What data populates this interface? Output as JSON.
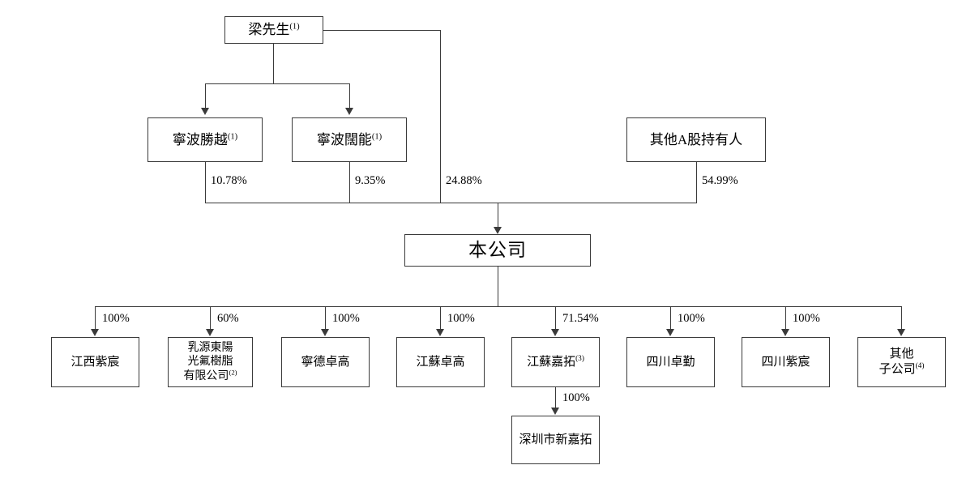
{
  "diagram": {
    "title": "Corporate Shareholding Structure Chart",
    "line_color": "#3a3a3a",
    "background": "#ffffff"
  },
  "nodes": {
    "chairman": {
      "label": "梁先生",
      "note": "(1)"
    },
    "ningbo_shengyue": {
      "label": "寧波勝越",
      "note": "(1)"
    },
    "ningbo_kuoneng": {
      "label": "寧波闊能",
      "note": "(1)"
    },
    "other_a_shareholders": {
      "label": "其他A股持有人",
      "note": ""
    },
    "company": {
      "label": "本公司",
      "note": ""
    },
    "jiangxi_zichen": {
      "label": "江西紫宸",
      "note": ""
    },
    "ruyuan_dongyang": {
      "label": "乳源東陽\n光氟樹脂\n有限公司",
      "note": "(2)"
    },
    "ningde_zhuogao": {
      "label": "寧德卓高",
      "note": ""
    },
    "jiangsu_zhuogao": {
      "label": "江蘇卓高",
      "note": ""
    },
    "jiangsu_jiatuo": {
      "label": "江蘇嘉拓",
      "note": "(3)"
    },
    "sichuan_zhuoqin": {
      "label": "四川卓勤",
      "note": ""
    },
    "sichuan_zichen": {
      "label": "四川紫宸",
      "note": ""
    },
    "other_subsidiaries": {
      "label": "其他\n子公司",
      "note": "(4)"
    },
    "shenzhen_xinjiatuo": {
      "label": "深圳市新嘉拓",
      "note": ""
    }
  },
  "percentages": {
    "shengyue_to_company": "10.78%",
    "kuoneng_to_company": "9.35%",
    "chairman_to_company": "24.88%",
    "other_a_to_company": "54.99%",
    "company_to_jiangxi_zichen": "100%",
    "company_to_ruyuan_dongyang": "60%",
    "company_to_ningde_zhuogao": "100%",
    "company_to_jiangsu_zhuogao": "100%",
    "company_to_jiangsu_jiatuo": "71.54%",
    "company_to_sichuan_zhuoqin": "100%",
    "company_to_sichuan_zichen": "100%",
    "jiatuo_to_xinjiatuo": "100%"
  }
}
